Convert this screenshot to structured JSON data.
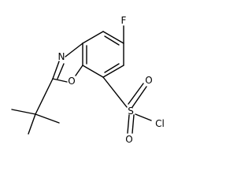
{
  "molecule": {
    "atoms": {
      "fluorine": "F",
      "ring_nitrogen": "N",
      "ring_oxygen": "O",
      "sulfur": "S",
      "sulfonyl_oxygen_top": "O",
      "sulfonyl_oxygen_bottom": "O",
      "chlorine": "Cl"
    }
  }
}
